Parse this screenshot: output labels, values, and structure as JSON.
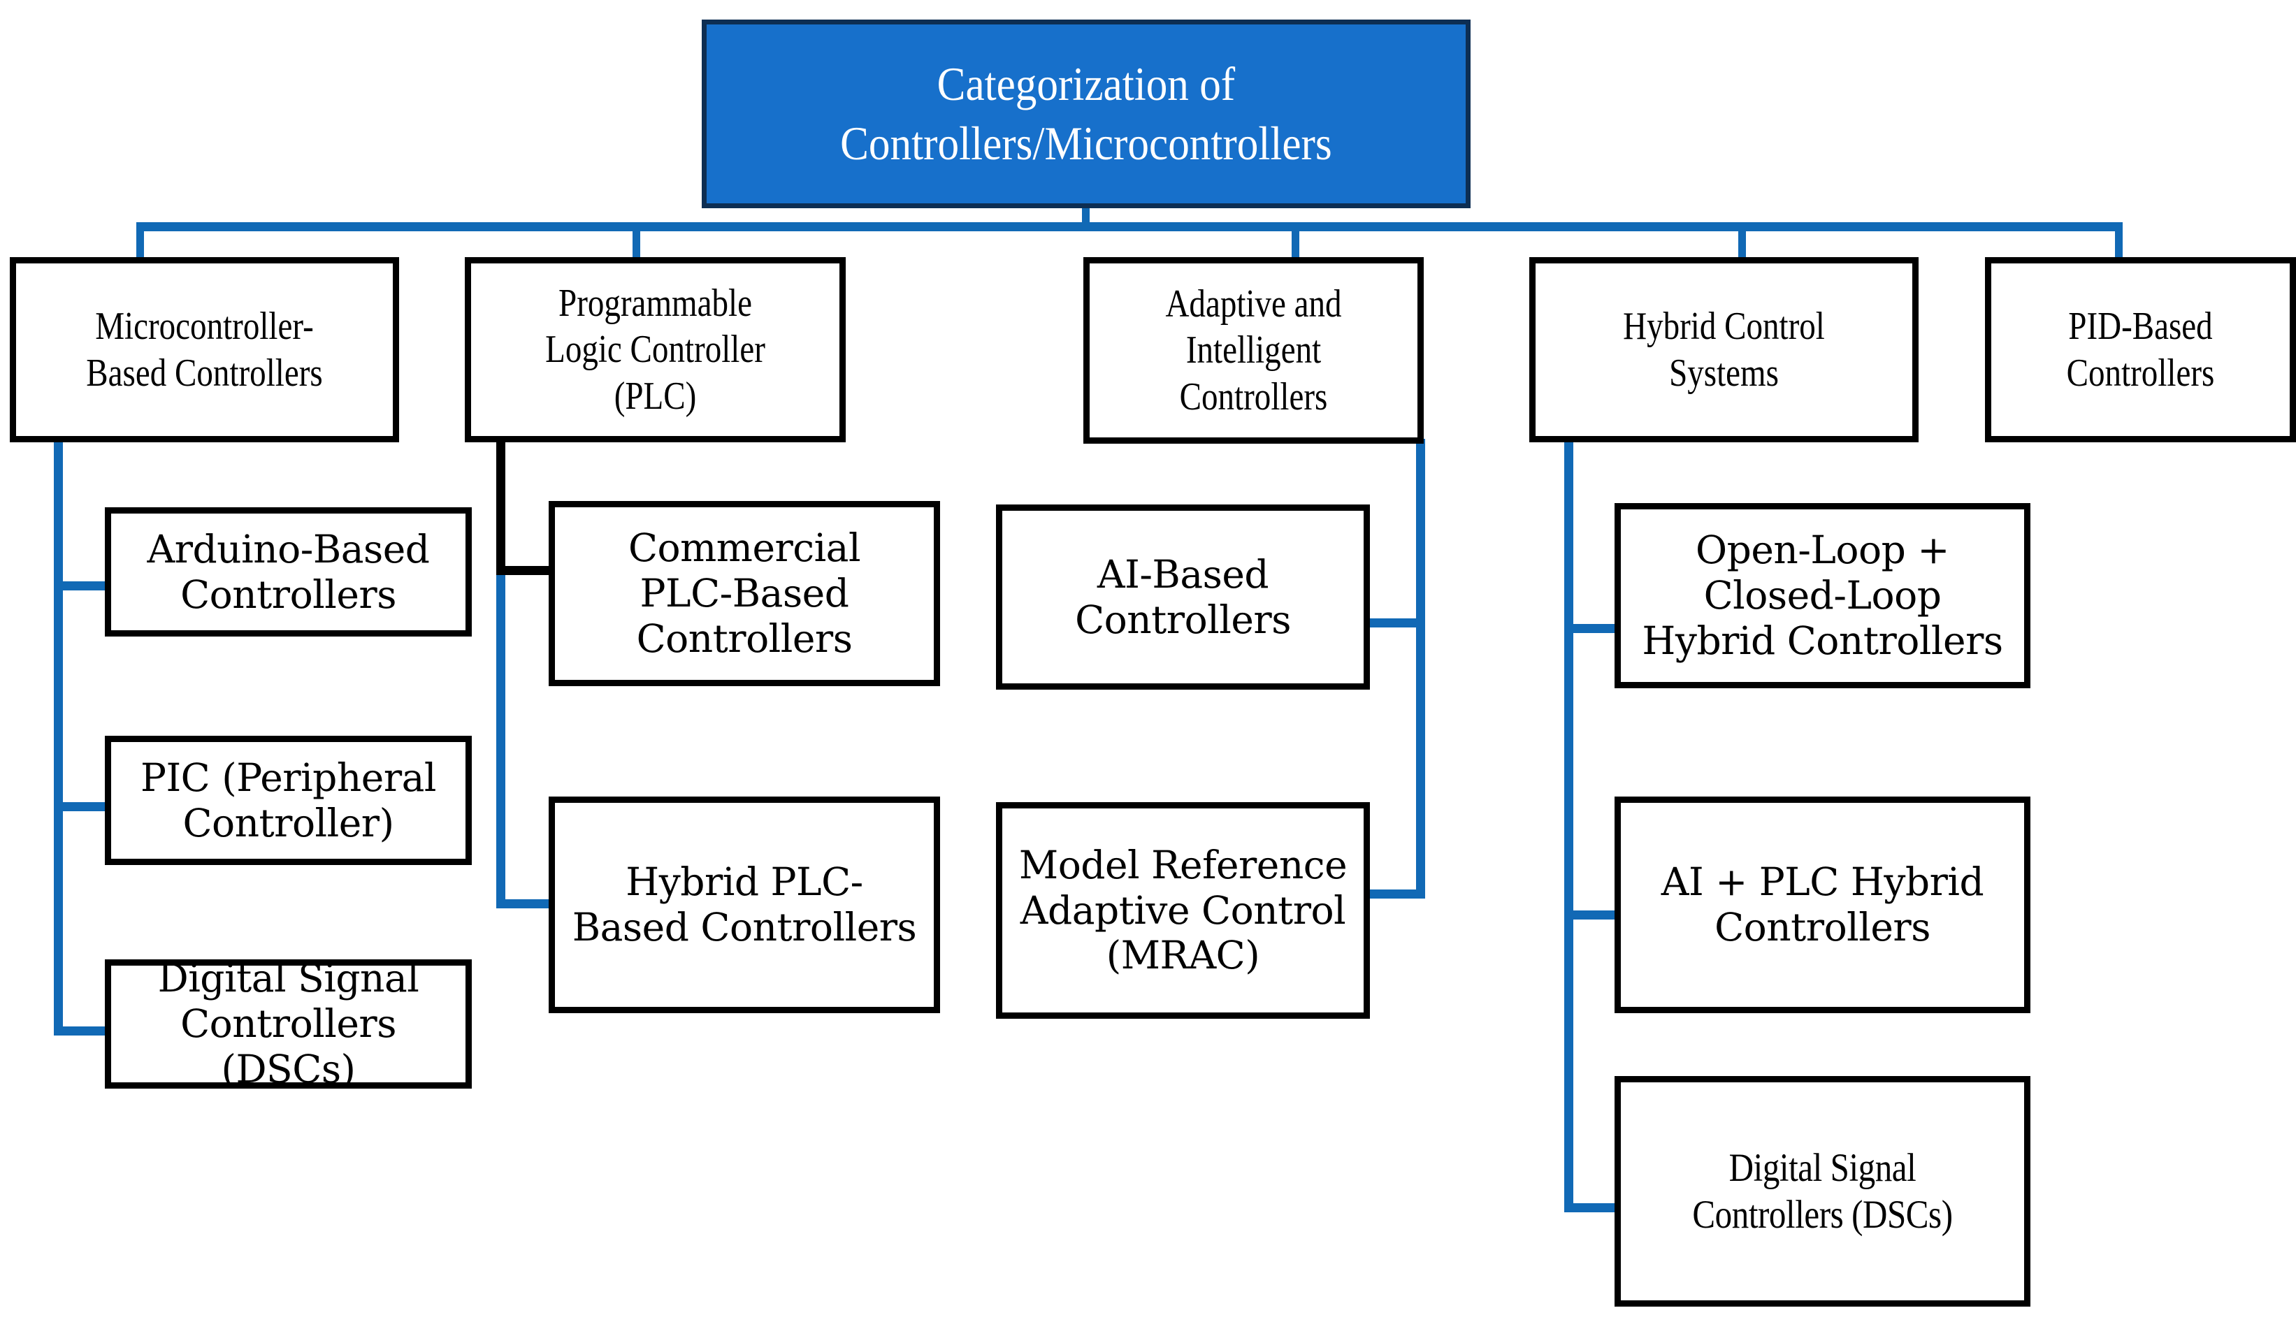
{
  "diagram": {
    "title_box": {
      "text": "Categorization of\nControllers/Microcontrollers",
      "fill_color": "#1770CB",
      "border_color": "#0D2E53",
      "text_color": "#FFFFFF"
    },
    "connector_color": "#1169B5",
    "connector_color_alt": "#000000",
    "box_border_color": "#000000",
    "box_fill_color": "#FFFFFF",
    "level1": [
      {
        "id": "microcontroller-based-controllers",
        "text": "Microcontroller-\nBased Controllers"
      },
      {
        "id": "programmable-logic-controller",
        "text": "Programmable\nLogic Controller\n(PLC)"
      },
      {
        "id": "adaptive-and-intelligent-controllers",
        "text": "Adaptive and\nIntelligent\nControllers"
      },
      {
        "id": "hybrid-control-systems",
        "text": "Hybrid Control\nSystems"
      },
      {
        "id": "pid-based-controllers",
        "text": "PID-Based\nControllers"
      }
    ],
    "level2": {
      "microcontroller_children": [
        {
          "id": "arduino-based-controllers",
          "text": "Arduino-Based\nControllers"
        },
        {
          "id": "pic-peripheral-controller",
          "text": "PIC (Peripheral\nController)"
        },
        {
          "id": "digital-signal-controllers-dscs",
          "text": "Digital Signal\nControllers\n(DSCs)"
        }
      ],
      "plc_children": [
        {
          "id": "commercial-plc-based-controllers",
          "text": "Commercial\nPLC-Based\nControllers"
        },
        {
          "id": "hybrid-plc-based-controllers",
          "text": "Hybrid PLC-\nBased Controllers"
        }
      ],
      "adaptive_children": [
        {
          "id": "ai-based-controllers",
          "text": "AI-Based\nControllers"
        },
        {
          "id": "model-reference-adaptive-control-mrac",
          "text": "Model Reference\nAdaptive Control\n(MRAC)"
        }
      ],
      "hybrid_children": [
        {
          "id": "open-loop-closed-loop-hybrid-controllers",
          "text": "Open-Loop +\nClosed-Loop\nHybrid Controllers"
        },
        {
          "id": "ai-plc-hybrid-controllers",
          "text": "AI + PLC Hybrid\nControllers"
        },
        {
          "id": "digital-signal-controllers-dscs-hybrid",
          "text": "Digital Signal\nControllers (DSCs)"
        }
      ],
      "pid_children": []
    }
  }
}
